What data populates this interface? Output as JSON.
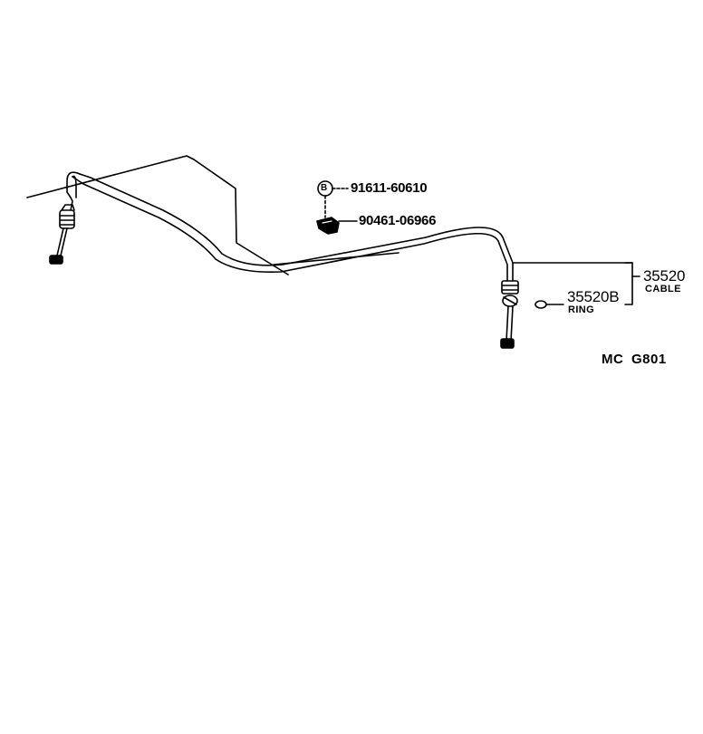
{
  "parts": {
    "bolt": {
      "number": "91611-60610",
      "mark": "B"
    },
    "clamp": {
      "number": "90461-06966"
    },
    "cable": {
      "number": "35520",
      "name": "CABLE"
    },
    "ring": {
      "number": "35520B",
      "name": "RING"
    }
  },
  "diagram_code": "MC  G801",
  "colors": {
    "ink": "#000000",
    "paper": "#ffffff"
  }
}
